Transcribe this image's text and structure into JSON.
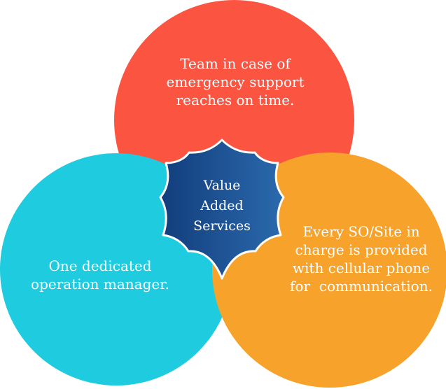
{
  "colors": {
    "top_circle": "#fb5441",
    "left_circle": "#1ecbdf",
    "right_circle": "#f7a22b",
    "shield_dark": "#123d7c",
    "shield_light": "#2a6aad",
    "text": "#ffffff"
  },
  "diagram": {
    "center": {
      "lines": [
        "Value",
        "Added",
        "Services"
      ]
    },
    "top": {
      "lines": [
        "Team in case of",
        "emergency support",
        "reaches on time."
      ]
    },
    "left": {
      "lines": [
        "One dedicated",
        "operation manager."
      ]
    },
    "right": {
      "lines": [
        "Every SO/Site in",
        "charge is provided",
        "with cellular phone",
        "for  communication."
      ]
    }
  }
}
